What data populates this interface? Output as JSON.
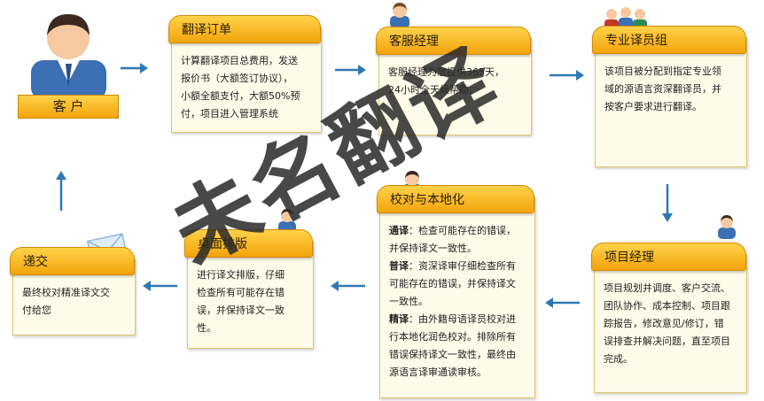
{
  "client": {
    "label": "客 户"
  },
  "cards": {
    "translation_order": {
      "title": "翻译订单",
      "lines": [
        "计算翻译项目总费用，发送",
        "报价书（大额签订协议），",
        "小额全额支付，大额50%预",
        "付，项目进入管理系统"
      ]
    },
    "customer_service": {
      "title": "客服经理",
      "lines": [
        "客服经理为您提供365天，",
        "24小时全天候帮助。"
      ]
    },
    "professional_team": {
      "title": "专业译员组",
      "lines": [
        "该项目被分配到指定专业领",
        "域的源语言资深翻译员，并",
        "按客户要求进行翻译。"
      ]
    },
    "project_manager": {
      "title": "项目经理",
      "lines": [
        "项目规划并调度、客户交流、",
        "团队协作、成本控制、项目跟",
        "踪报告，修改意见/修订，错",
        "误排查并解决问题，直至项目",
        "完成。"
      ]
    },
    "proofreading": {
      "title": "校对与本地化",
      "sections": [
        {
          "term": "通译",
          "lines": [
            "：检查可能存在的错误，",
            "并保持译文一致性。"
          ]
        },
        {
          "term": "普译",
          "lines": [
            "：资深译审仔细检查所有",
            "可能存在的错误，并保持译文",
            "一致性。"
          ]
        },
        {
          "term": "精译",
          "lines": [
            "：由外籍母语译员校对进",
            "行本地化润色校对。排除所有",
            "错误保持译文一致性，最终由",
            "源语言译审通读审核。"
          ]
        }
      ]
    },
    "desktop_publishing": {
      "title": "桌面排版",
      "lines": [
        "进行译文排版，仔细",
        "检查所有可能存在错",
        "误，并保持译文一致",
        "性。"
      ]
    },
    "delivery": {
      "title": "递交",
      "lines": [
        "最终校对精准译文交",
        "付给您"
      ]
    }
  },
  "watermark": {
    "text": "未名翻译"
  },
  "colors": {
    "accent": "#f3a40c",
    "arrow": "#2f78b5",
    "card_bg": "#fffbea"
  },
  "icons": [
    "client-person-icon",
    "service-person-icon",
    "team-people-icon",
    "manager-person-icon",
    "proof-person-icon",
    "typeset-person-icon",
    "envelope-icon"
  ]
}
